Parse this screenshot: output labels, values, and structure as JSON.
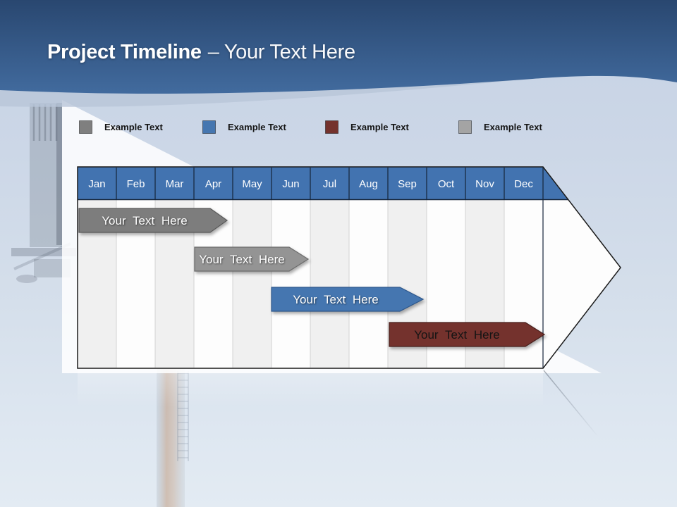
{
  "slide": {
    "title": {
      "bold": "Project Timeline",
      "rest": "– Your Text Here"
    }
  },
  "legend": {
    "items": [
      {
        "label": "Example Text",
        "color": "#7f7f7f"
      },
      {
        "label": "Example Text",
        "color": "#4576b0"
      },
      {
        "label": "Example Text",
        "color": "#74322d"
      },
      {
        "label": "Example Text",
        "color": "#a4a4a4"
      }
    ]
  },
  "timeline": {
    "month_header_color": "#4273b0",
    "months": [
      "Jan",
      "Feb",
      "Mar",
      "Apr",
      "May",
      "Jun",
      "Jul",
      "Aug",
      "Sep",
      "Oct",
      "Nov",
      "Dec"
    ],
    "bars": [
      {
        "label": "Your Text Here",
        "fill": "#7d7d7d",
        "stroke": "#5a5a5a",
        "text_color": "#ffffff",
        "start": "Jan",
        "end": "Apr"
      },
      {
        "label": "Your Text Here",
        "fill": "#949494",
        "stroke": "#6c6c6c",
        "text_color": "#ffffff",
        "start": "Apr",
        "end": "Jun"
      },
      {
        "label": "Your Text Here",
        "fill": "#4576b0",
        "stroke": "#2d578c",
        "text_color": "#ffffff",
        "start": "Jun",
        "end": "Sep"
      },
      {
        "label": "Your Text Here",
        "fill": "#74322d",
        "stroke": "#481e1b",
        "text_color": "#141414",
        "start": "Sep",
        "end": "Dec"
      }
    ]
  }
}
